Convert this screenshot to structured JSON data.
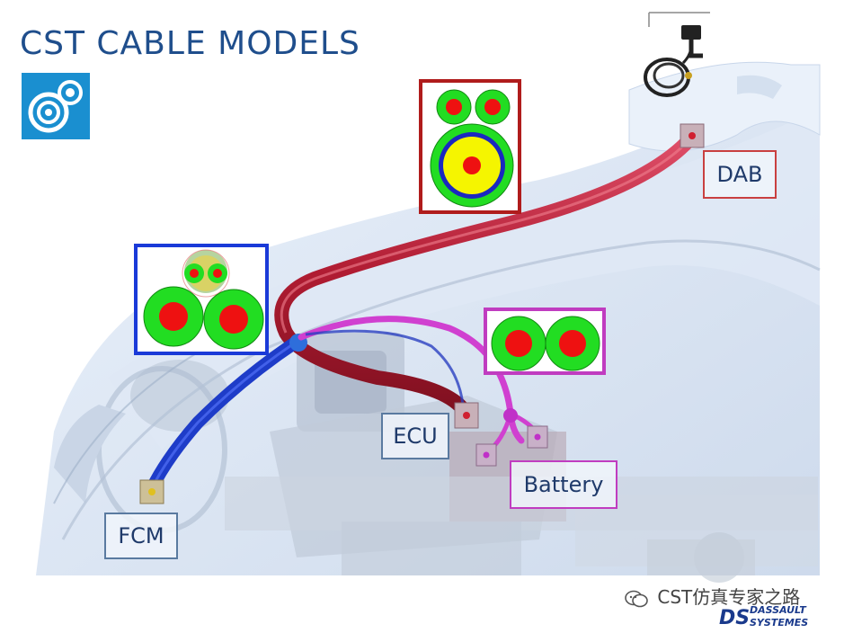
{
  "title": "CST CABLE MODELS",
  "labels": {
    "dab": "DAB",
    "ecu": "ECU",
    "battery": "Battery",
    "fcm": "FCM"
  },
  "watermark": "CST仿真专家之路",
  "brand": {
    "line1": "DASSAULT",
    "line2": "SYSTEMES"
  },
  "colors": {
    "title": "#1f4e8c",
    "dab_cable": "#c0283a",
    "fcm_cable": "#1e3cc8",
    "battery_cable": "#d040d0",
    "insulation_green": "#22dd22",
    "conductor_red": "#ee1111",
    "shield_blue": "#1a28c0",
    "dielectric_yellow": "#f5f500"
  },
  "icons": {
    "logo": "cst-studio-logo-icon",
    "antenna": "antenna-connector-icon",
    "wechat": "wechat-icon"
  }
}
